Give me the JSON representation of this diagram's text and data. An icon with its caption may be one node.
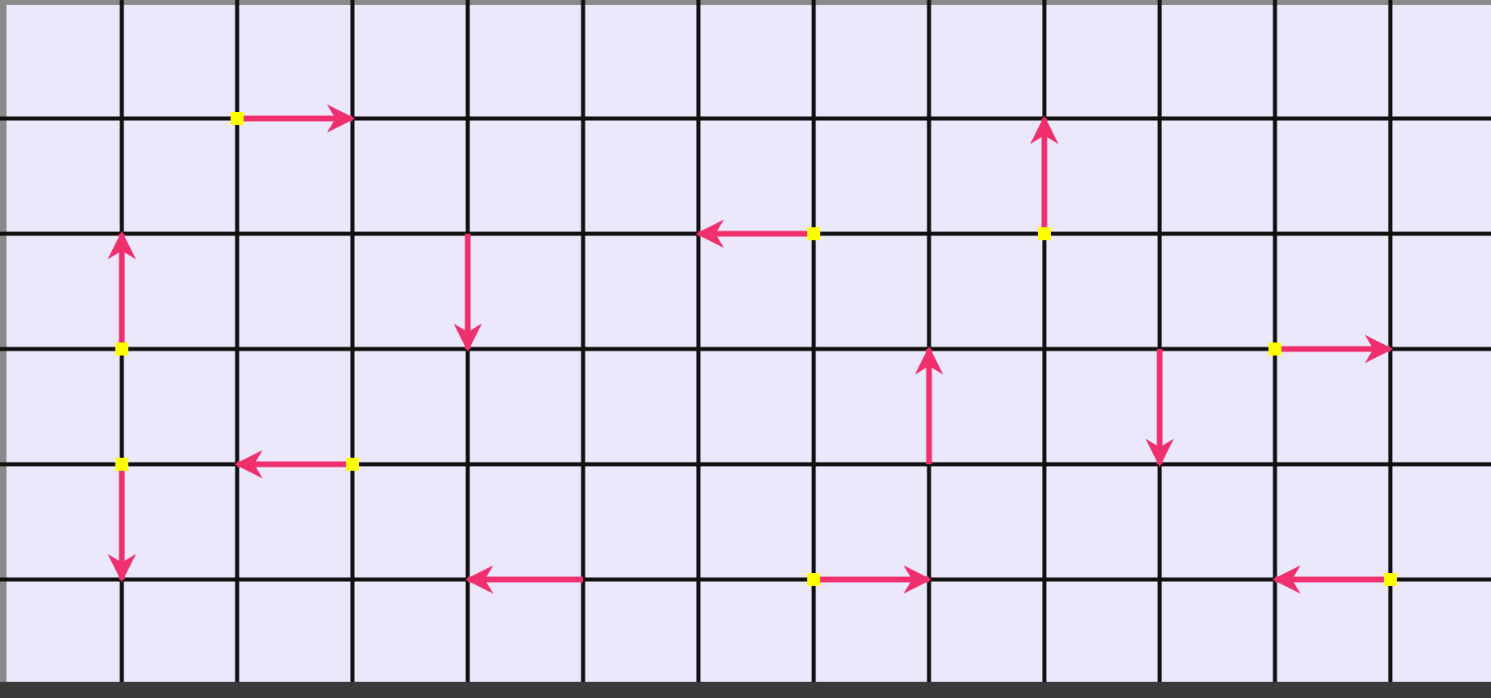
{
  "diagram": {
    "nodes": [
      {
        "text": [],
        "shape": "box"
      },
      {
        "text": [],
        "shape": "box"
      },
      {
        "text": [],
        "shape": "box"
      },
      {
        "text": [],
        "shape": "box"
      },
      {
        "text": [],
        "shape": "box"
      },
      {
        "text": [],
        "shape": "box"
      },
      {
        "text": [],
        "shape": "box"
      },
      {
        "text": [],
        "shape": "box"
      },
      {
        "text": [],
        "shape": "box"
      }
    ],
    "edges": [
      {
        "from": 0,
        "to": null,
        "arrow": "to"
      },
      {
        "from": 1,
        "to": null,
        "arrow": "to"
      },
      {
        "from": 2,
        "to": null,
        "arrow": "to"
      },
      {
        "from": 3,
        "to": null,
        "arrow": "to"
      },
      {
        "from": 4,
        "to": null,
        "arrow": "to"
      },
      {
        "from": 5,
        "to": null,
        "arrow": "to"
      },
      {
        "from": 6,
        "to": null,
        "arrow": "to"
      },
      {
        "from": 7,
        "to": null,
        "arrow": "to"
      },
      {
        "from": 8,
        "to": null,
        "arrow": "to"
      }
    ]
  }
}
